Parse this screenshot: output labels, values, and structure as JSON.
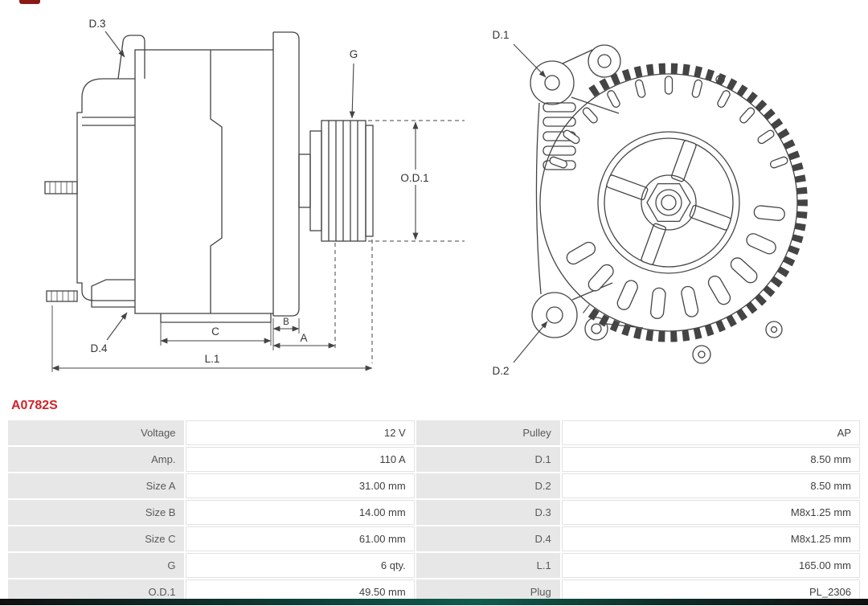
{
  "part_number": "A0782S",
  "diagram": {
    "side_view": {
      "d3": "D.3",
      "g": "G",
      "od1": "O.D.1",
      "d4": "D.4",
      "c": "C",
      "b": "B",
      "a": "A",
      "l1": "L.1"
    },
    "front_view": {
      "d1": "D.1",
      "d2": "D.2"
    }
  },
  "specs": {
    "rows": [
      {
        "label1": "Voltage",
        "value1": "12 V",
        "label2": "Pulley",
        "value2": "AP"
      },
      {
        "label1": "Amp.",
        "value1": "110 A",
        "label2": "D.1",
        "value2": "8.50 mm"
      },
      {
        "label1": "Size A",
        "value1": "31.00 mm",
        "label2": "D.2",
        "value2": "8.50 mm"
      },
      {
        "label1": "Size B",
        "value1": "14.00 mm",
        "label2": "D.3",
        "value2": "M8x1.25 mm"
      },
      {
        "label1": "Size C",
        "value1": "61.00 mm",
        "label2": "D.4",
        "value2": "M8x1.25 mm"
      },
      {
        "label1": "G",
        "value1": "6 qty.",
        "label2": "L.1",
        "value2": "165.00 mm"
      },
      {
        "label1": "O.D.1",
        "value1": "49.50 mm",
        "label2": "Plug",
        "value2": "PL_2306"
      }
    ]
  },
  "colors": {
    "part_number_red": "#d2232a",
    "table_label_bg": "#e7e7e7",
    "table_value_border": "#e2e2e2",
    "drawing_line": "#444444",
    "footer_teal": "#0f5c4d"
  }
}
